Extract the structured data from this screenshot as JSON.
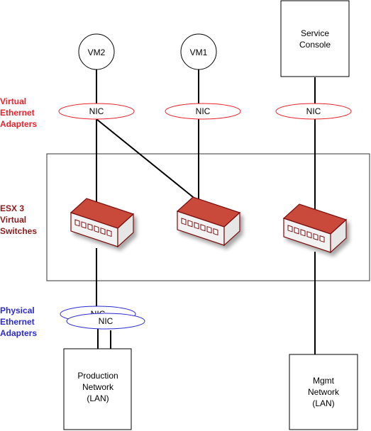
{
  "side_labels": {
    "virtual_adapters": [
      "Virtual",
      "Ethernet",
      "Adapters"
    ],
    "virtual_switches": [
      "ESX 3",
      "Virtual",
      "Switches"
    ],
    "physical_adapters": [
      "Physical",
      "Ethernet",
      "Adapters"
    ]
  },
  "vms": {
    "vm2": "VM2",
    "vm1": "VM1"
  },
  "service_console": [
    "Service",
    "Console"
  ],
  "nic_label": "NIC",
  "networks": {
    "production": [
      "Production",
      "Network",
      "(LAN)"
    ],
    "mgmt": [
      "Mgmt",
      "Network",
      "(LAN)"
    ]
  },
  "colors": {
    "virtual_label": "#e8212b",
    "switch_label": "#8b1a1a",
    "physical_label": "#2a2ad0",
    "virtual_nic_outline": "#e8212b",
    "physical_nic_outline": "#2a2ad0",
    "switch_body": "#c0392b",
    "switch_dark": "#7a1010"
  }
}
